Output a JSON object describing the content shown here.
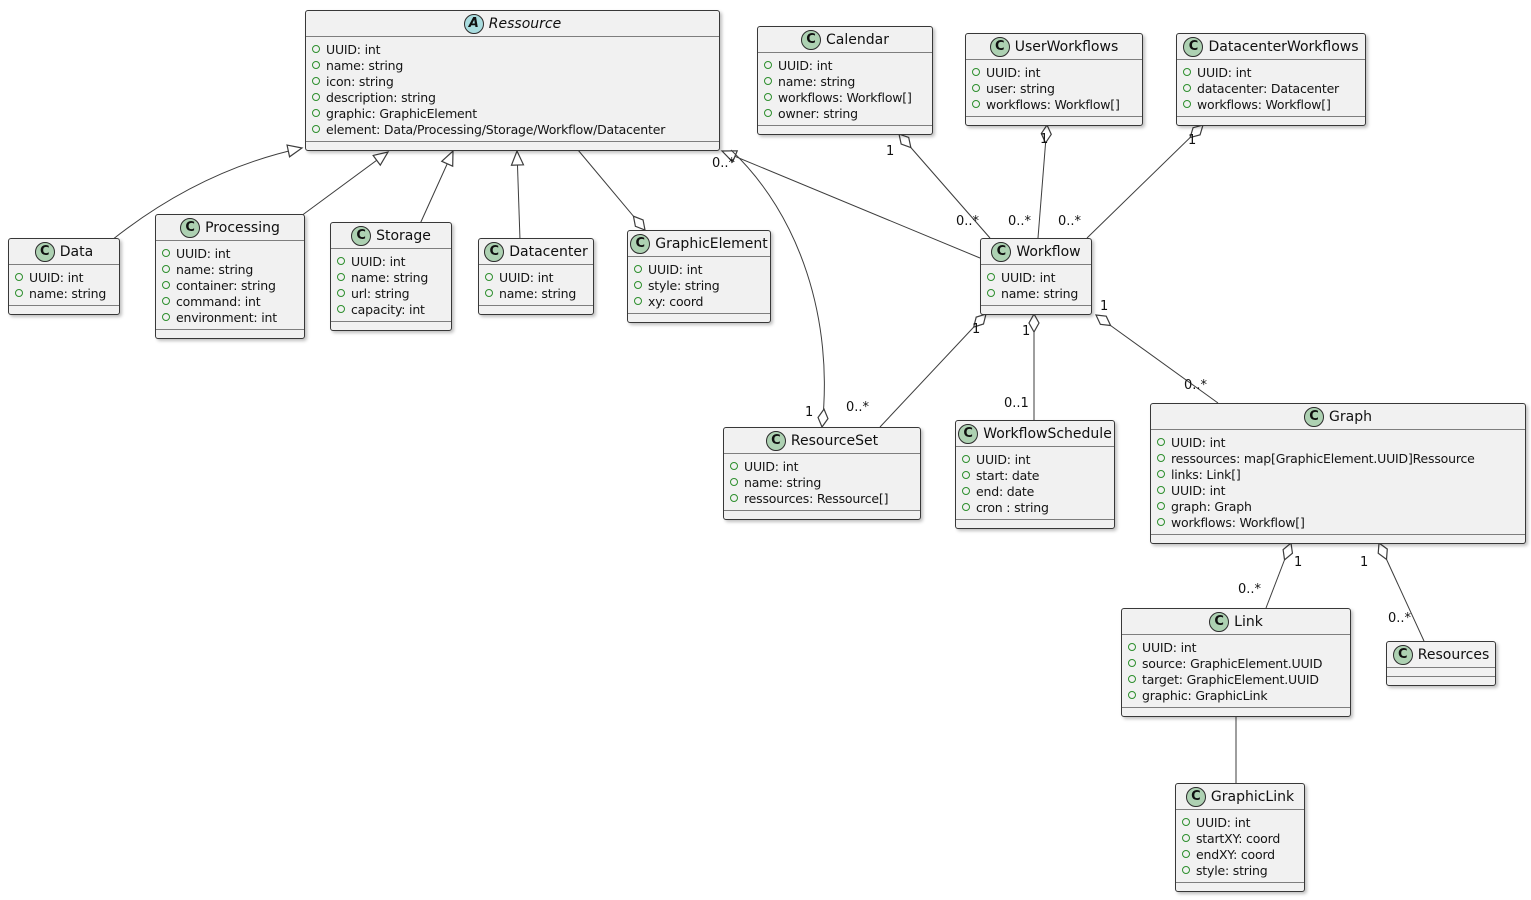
{
  "diagram_type": "uml-class-diagram",
  "colors": {
    "box_background": "#F1F1F1",
    "box_border": "#383838",
    "class_icon_background": "#ADD1B2",
    "abstract_icon_background": "#A9DCDF",
    "field_bullet": "#2d8f2d",
    "edge": "#3d3d3d",
    "page_background": "#ffffff"
  },
  "classes": [
    {
      "id": "ressource",
      "name": "Ressource",
      "kind": "abstract",
      "icon_letter": "A",
      "attributes": [
        "UUID: int",
        "name: string",
        "icon: string",
        "description: string",
        "graphic: GraphicElement",
        "element: Data/Processing/Storage/Workflow/Datacenter"
      ]
    },
    {
      "id": "calendar",
      "name": "Calendar",
      "kind": "class",
      "icon_letter": "C",
      "attributes": [
        "UUID: int",
        "name: string",
        "workflows: Workflow[]",
        "owner: string"
      ]
    },
    {
      "id": "userworkflows",
      "name": "UserWorkflows",
      "kind": "class",
      "icon_letter": "C",
      "attributes": [
        "UUID: int",
        "user: string",
        "workflows: Workflow[]"
      ]
    },
    {
      "id": "datacenterworkflows",
      "name": "DatacenterWorkflows",
      "kind": "class",
      "icon_letter": "C",
      "attributes": [
        "UUID: int",
        "datacenter: Datacenter",
        "workflows: Workflow[]"
      ]
    },
    {
      "id": "data",
      "name": "Data",
      "kind": "class",
      "icon_letter": "C",
      "attributes": [
        "UUID: int",
        "name: string"
      ]
    },
    {
      "id": "processing",
      "name": "Processing",
      "kind": "class",
      "icon_letter": "C",
      "attributes": [
        "UUID: int",
        "name: string",
        "container: string",
        "command: int",
        "environment: int"
      ]
    },
    {
      "id": "storage",
      "name": "Storage",
      "kind": "class",
      "icon_letter": "C",
      "attributes": [
        "UUID: int",
        "name: string",
        "url: string",
        "capacity: int"
      ]
    },
    {
      "id": "datacenter",
      "name": "Datacenter",
      "kind": "class",
      "icon_letter": "C",
      "attributes": [
        "UUID: int",
        "name: string"
      ]
    },
    {
      "id": "graphicelement",
      "name": "GraphicElement",
      "kind": "class",
      "icon_letter": "C",
      "attributes": [
        "UUID: int",
        "style: string",
        "xy: coord"
      ]
    },
    {
      "id": "workflow",
      "name": "Workflow",
      "kind": "class",
      "icon_letter": "C",
      "attributes": [
        "UUID: int",
        "name: string"
      ]
    },
    {
      "id": "resourceset",
      "name": "ResourceSet",
      "kind": "class",
      "icon_letter": "C",
      "attributes": [
        "UUID: int",
        "name: string",
        "ressources: Ressource[]"
      ]
    },
    {
      "id": "workflowschedule",
      "name": "WorkflowSchedule",
      "kind": "class",
      "icon_letter": "C",
      "attributes": [
        "UUID: int",
        "start: date",
        "end: date",
        "cron : string"
      ]
    },
    {
      "id": "graph",
      "name": "Graph",
      "kind": "class",
      "icon_letter": "C",
      "attributes": [
        "UUID: int",
        "ressources: map[GraphicElement.UUID]Ressource",
        "links: Link[]",
        "UUID: int",
        "graph: Graph",
        "workflows: Workflow[]"
      ]
    },
    {
      "id": "link",
      "name": "Link",
      "kind": "class",
      "icon_letter": "C",
      "attributes": [
        "UUID: int",
        "source: GraphicElement.UUID",
        "target: GraphicElement.UUID",
        "graphic: GraphicLink"
      ]
    },
    {
      "id": "resources",
      "name": "Resources",
      "kind": "class",
      "icon_letter": "C",
      "attributes": []
    },
    {
      "id": "graphiclink",
      "name": "GraphicLink",
      "kind": "class",
      "icon_letter": "C",
      "attributes": [
        "UUID: int",
        "startXY: coord",
        "endXY: coord",
        "style: string"
      ]
    }
  ],
  "edges": [
    {
      "id": "data-ressource",
      "source": "Data",
      "target": "Ressource",
      "kind": "generalization",
      "mult": []
    },
    {
      "id": "processing-ressource",
      "source": "Processing",
      "target": "Ressource",
      "kind": "generalization",
      "mult": []
    },
    {
      "id": "storage-ressource",
      "source": "Storage",
      "target": "Ressource",
      "kind": "generalization",
      "mult": []
    },
    {
      "id": "datacenter-ressource",
      "source": "Datacenter",
      "target": "Ressource",
      "kind": "generalization",
      "mult": []
    },
    {
      "id": "workflow-ressource",
      "source": "Workflow",
      "target": "Ressource",
      "kind": "generalization",
      "mult": []
    },
    {
      "id": "ressource-graphicelement",
      "source": "Ressource",
      "target": "GraphicElement",
      "kind": "aggregation",
      "diamond_at": "GraphicElement",
      "mult": []
    },
    {
      "id": "resourceset-ressource",
      "source": "ResourceSet",
      "target": "Ressource",
      "kind": "aggregation",
      "diamond_at": "ResourceSet",
      "mult": [
        "1",
        "0..*"
      ]
    },
    {
      "id": "calendar-workflow",
      "source": "Calendar",
      "target": "Workflow",
      "kind": "aggregation",
      "diamond_at": "Calendar",
      "mult": [
        "1",
        "0..*"
      ]
    },
    {
      "id": "userworkflows-workflow",
      "source": "UserWorkflows",
      "target": "Workflow",
      "kind": "aggregation",
      "diamond_at": "UserWorkflows",
      "mult": [
        "1",
        "0..*"
      ]
    },
    {
      "id": "datacenterworkflows-workflow",
      "source": "DatacenterWorkflows",
      "target": "Workflow",
      "kind": "aggregation",
      "diamond_at": "DatacenterWorkflows",
      "mult": [
        "1",
        "0..*"
      ]
    },
    {
      "id": "workflow-resourceset",
      "source": "Workflow",
      "target": "ResourceSet",
      "kind": "aggregation",
      "diamond_at": "Workflow",
      "mult": [
        "1",
        "0..*"
      ]
    },
    {
      "id": "workflow-workflowschedule",
      "source": "Workflow",
      "target": "WorkflowSchedule",
      "kind": "aggregation",
      "diamond_at": "Workflow",
      "mult": [
        "1",
        "0..1"
      ]
    },
    {
      "id": "workflow-graph",
      "source": "Workflow",
      "target": "Graph",
      "kind": "aggregation",
      "diamond_at": "Workflow",
      "mult": [
        "1",
        "0..*"
      ]
    },
    {
      "id": "graph-link",
      "source": "Graph",
      "target": "Link",
      "kind": "aggregation",
      "diamond_at": "Graph",
      "mult": [
        "1",
        "0..*"
      ]
    },
    {
      "id": "graph-resources",
      "source": "Graph",
      "target": "Resources",
      "kind": "aggregation",
      "diamond_at": "Graph",
      "mult": [
        "1",
        "0..*"
      ]
    },
    {
      "id": "link-graphiclink",
      "source": "Link",
      "target": "GraphicLink",
      "kind": "association",
      "mult": []
    }
  ]
}
